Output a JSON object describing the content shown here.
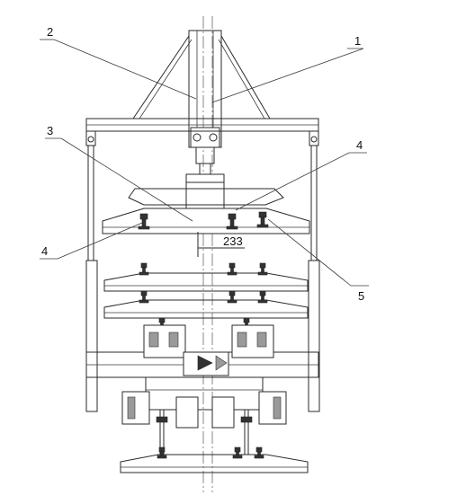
{
  "labels": {
    "l1": "1",
    "l2": "2",
    "l3": "3",
    "l4_upper": "4",
    "l4_lower": "4",
    "l5": "5",
    "dim": "233"
  }
}
